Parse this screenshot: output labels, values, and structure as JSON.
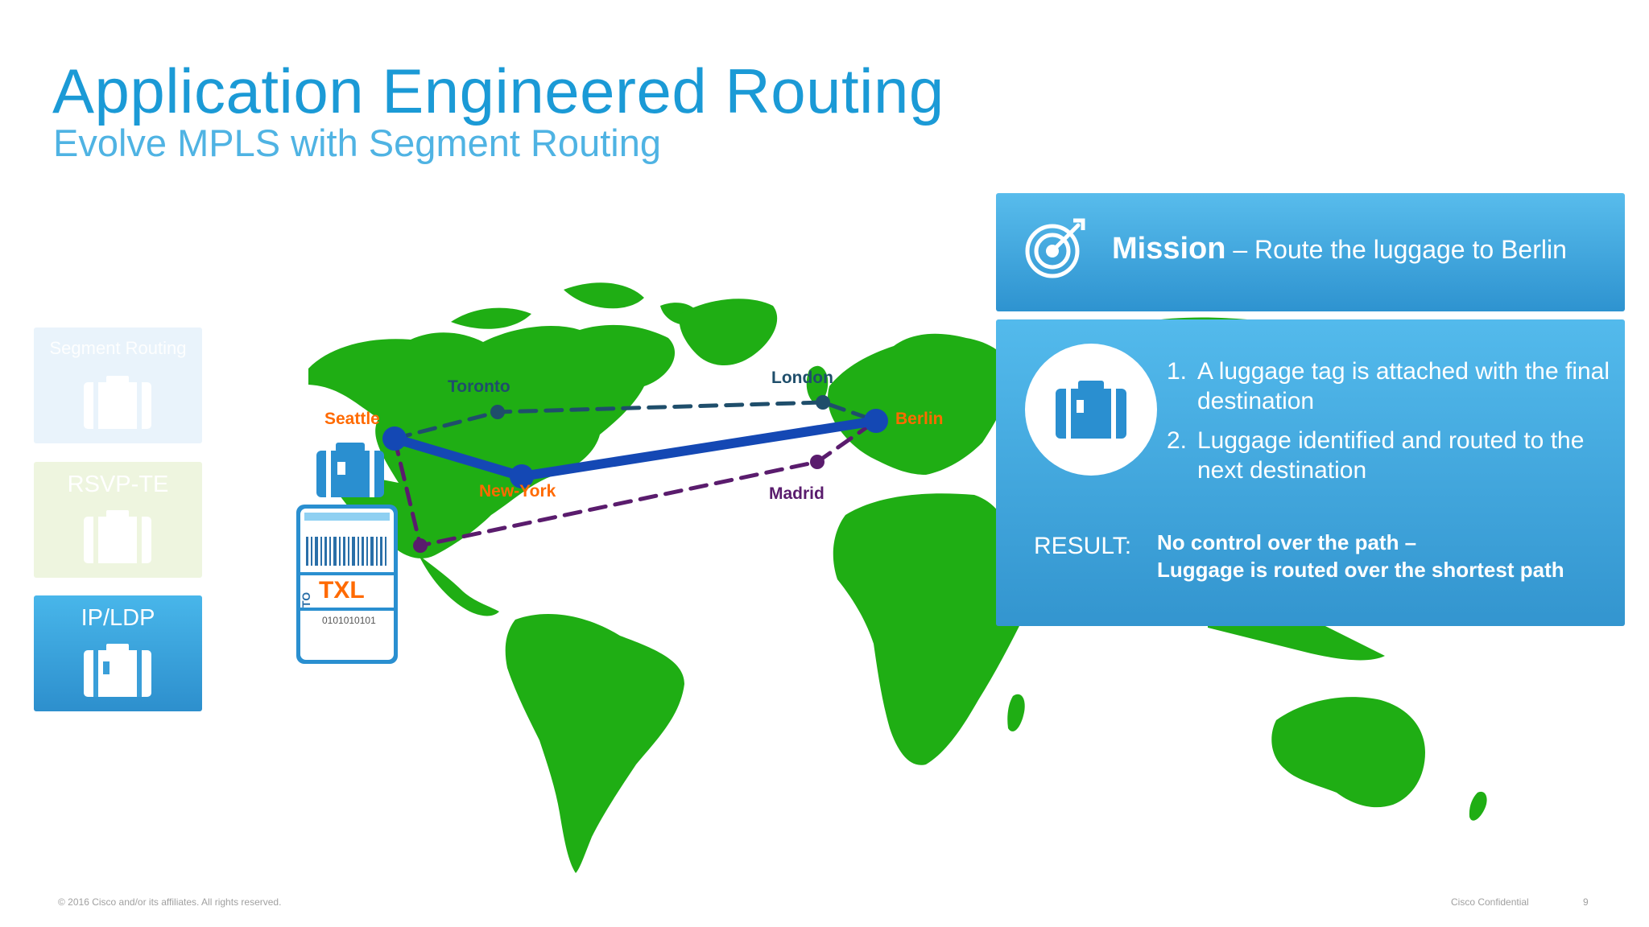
{
  "header": {
    "title": "Application Engineered Routing",
    "subtitle": "Evolve MPLS with Segment Routing"
  },
  "tiles": [
    {
      "label": "Segment Routing",
      "active": false
    },
    {
      "label": "RSVP-TE",
      "active": false
    },
    {
      "label": "IP/LDP",
      "active": true
    }
  ],
  "map": {
    "cities": {
      "seattle": "Seattle",
      "toronto": "Toronto",
      "london": "London",
      "berlin": "Berlin",
      "new_york": "New-York",
      "madrid": "Madrid"
    },
    "luggage_tag": {
      "prefix": "TO",
      "code": "TXL",
      "serial": "0101010101"
    }
  },
  "mission": {
    "label": "Mission",
    "text": "– Route the luggage to Berlin"
  },
  "steps": {
    "items": [
      {
        "num": "1.",
        "text": "A luggage tag is attached with the final destination"
      },
      {
        "num": "2.",
        "text": "Luggage identified and routed to the next destination"
      }
    ],
    "result_label": "RESULT:",
    "result_line1": "No control over the path –",
    "result_line2": "Luggage is routed over the shortest path"
  },
  "footer": {
    "copyright": "© 2016 Cisco and/or its affiliates. All rights reserved.",
    "confidential": "Cisco Confidential",
    "page": "9"
  },
  "colors": {
    "title": "#1b9ad6",
    "land": "#1fae14",
    "route_solid": "#1448b4",
    "route_toronto": "#1f4e6b",
    "route_madrid": "#5a1c6d",
    "city_orange": "#ff6a00"
  },
  "icons": [
    "luggage-icon",
    "target-icon",
    "luggage-tag-icon"
  ]
}
